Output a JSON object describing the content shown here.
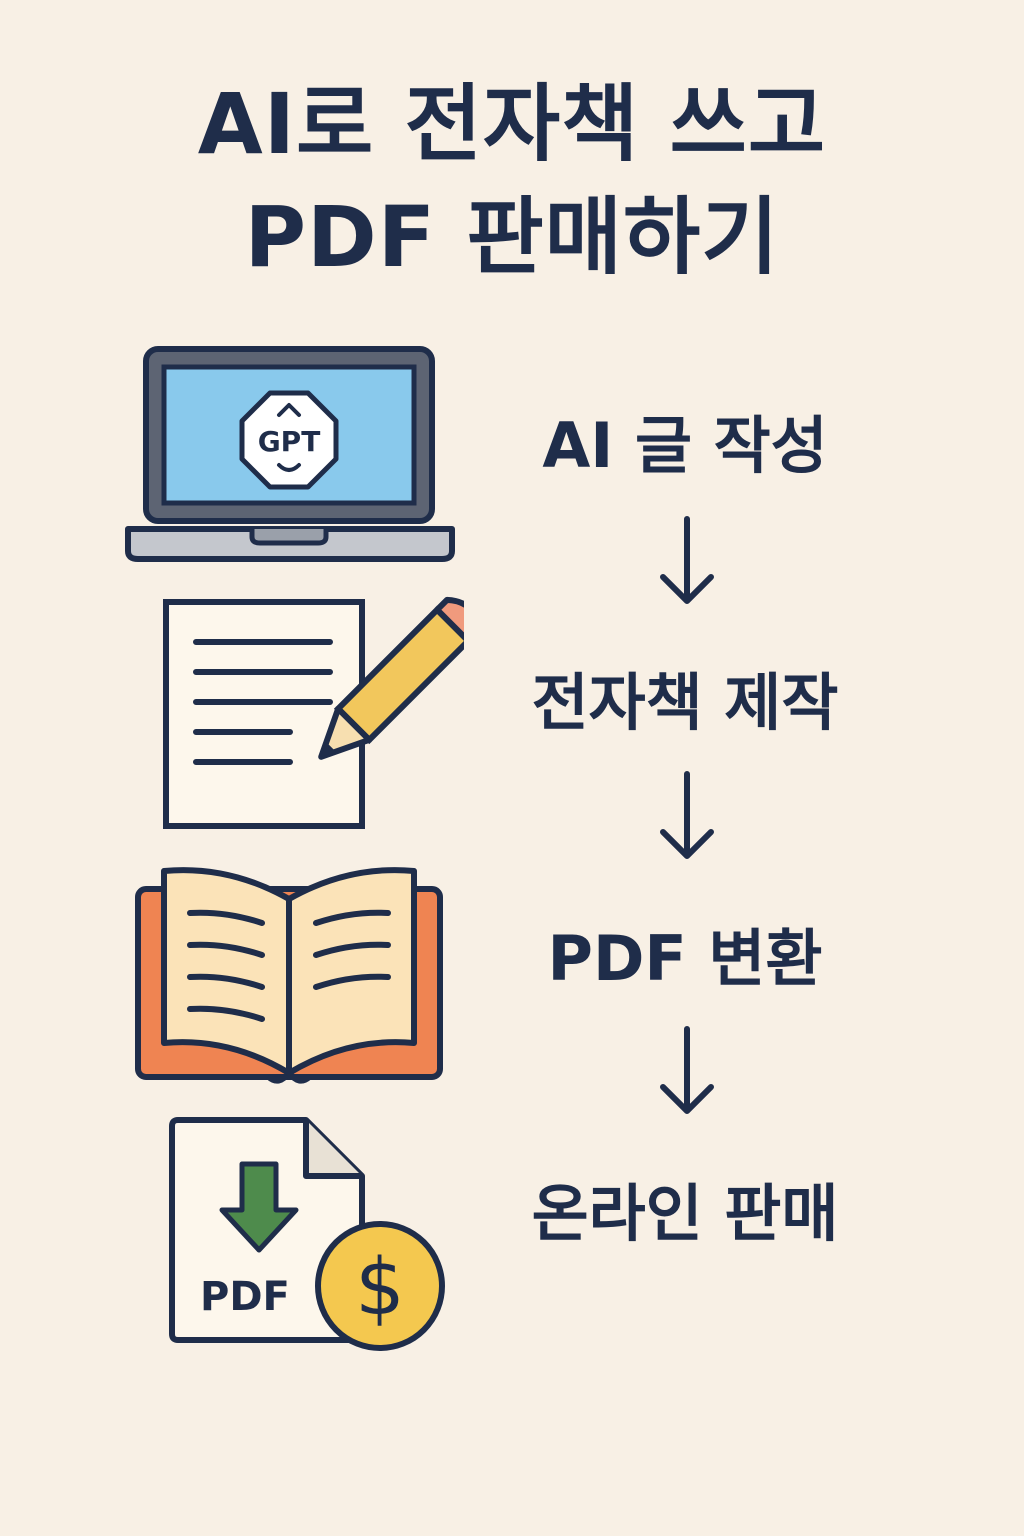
{
  "title": {
    "line1": "AI로 전자책 쓰고",
    "line2": "PDF 판매하기"
  },
  "steps": [
    {
      "label": "AI 글 작성",
      "icon": "laptop-gpt-icon",
      "screen_text": "GPT"
    },
    {
      "label": "전자책 제작",
      "icon": "document-pencil-icon"
    },
    {
      "label": "PDF 변환",
      "icon": "open-book-icon"
    },
    {
      "label": "온라인 판매",
      "icon": "pdf-download-dollar-icon",
      "badge_text": "PDF",
      "coin_symbol": "$"
    }
  ],
  "colors": {
    "background": "#f8f0e5",
    "ink": "#1f2d4a",
    "screen": "#89c9ec",
    "pencil": "#f2c75c",
    "book_cover": "#ef8452",
    "book_pages": "#fbe3b8",
    "download_arrow": "#4e8b4c",
    "coin": "#f4c84f"
  }
}
